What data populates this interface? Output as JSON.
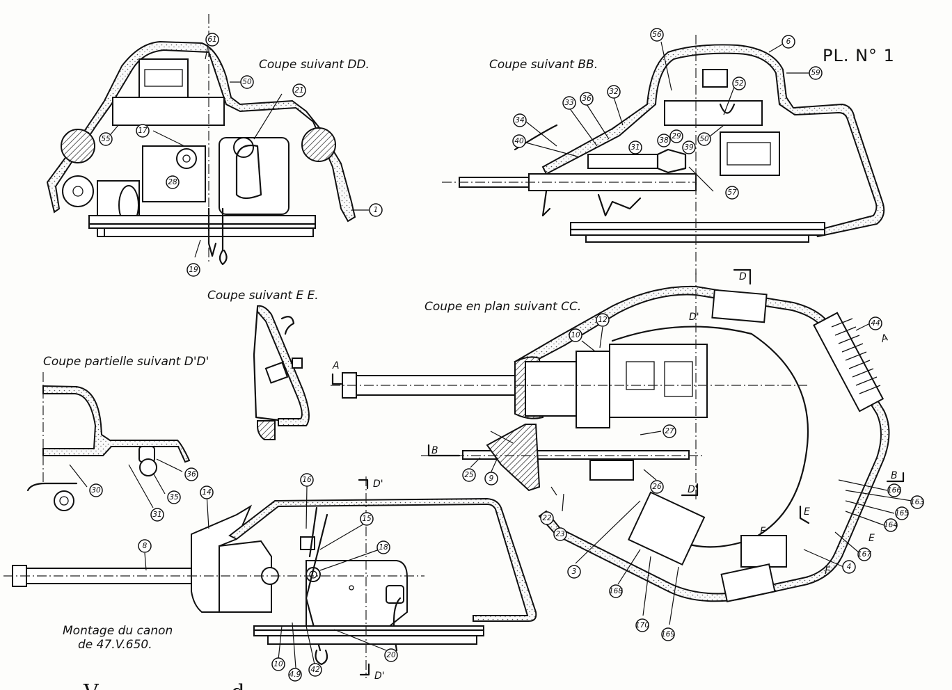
{
  "plate_number": "PL. N° 1",
  "views": {
    "section_dd": {
      "title": "Coupe suivant DD.",
      "callouts": [
        "61",
        "50",
        "21",
        "55",
        "17",
        "28",
        "1",
        "19"
      ]
    },
    "section_bb": {
      "title": "Coupe suivant BB.",
      "callouts": [
        "56",
        "6",
        "59",
        "52",
        "33",
        "36",
        "32",
        "34",
        "40",
        "29",
        "31",
        "38",
        "39",
        "50",
        "57"
      ]
    },
    "section_ee": {
      "title": "Coupe suivant E E."
    },
    "section_partial_dd": {
      "title": "Coupe partielle suivant D'D'",
      "callouts": [
        "30",
        "31",
        "35",
        "36"
      ]
    },
    "plan_cc": {
      "title": "Coupe en plan suivant CC.",
      "callouts": [
        "12",
        "10",
        "44",
        "27",
        "25",
        "9",
        "26",
        "22",
        "23",
        "3",
        "168",
        "170",
        "169",
        "4",
        "166",
        "163",
        "165",
        "164",
        "167"
      ],
      "section_markers": [
        "A",
        "A",
        "B",
        "B",
        "D",
        "D'",
        "D'",
        "E",
        "E",
        "F",
        "F"
      ]
    },
    "gun_mount": {
      "caption_line1": "Montage du canon",
      "caption_line2": "de 47.V.650.",
      "callouts": [
        "16",
        "14",
        "15",
        "8",
        "18",
        "10",
        "4.9",
        "42",
        "20"
      ],
      "section_markers": [
        "D'",
        "D'"
      ]
    }
  },
  "footer_text_fragment": "V                    d"
}
